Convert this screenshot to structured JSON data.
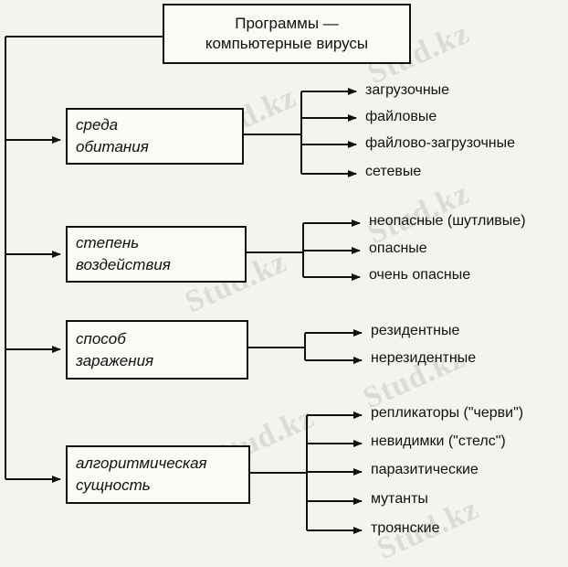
{
  "watermark": "Stud.kz",
  "root": {
    "line1": "Программы —",
    "line2": "компьютерные вирусы"
  },
  "categories": [
    {
      "line1": "среда",
      "line2": "обитания",
      "items": [
        "загрузочные",
        "файловые",
        "файлово-загрузочные",
        "сетевые"
      ]
    },
    {
      "line1": "степень",
      "line2": "воздействия",
      "items": [
        "неопасные (шутливые)",
        "опасные",
        "очень опасные"
      ]
    },
    {
      "line1": "способ",
      "line2": "заражения",
      "items": [
        "резидентные",
        "нерезидентные"
      ]
    },
    {
      "line1": "алгоритмическая",
      "line2": "сущность",
      "items": [
        "репликаторы (\"черви\")",
        "невидимки (\"стелс\")",
        "паразитические",
        "мутанты",
        "троянские"
      ]
    }
  ]
}
